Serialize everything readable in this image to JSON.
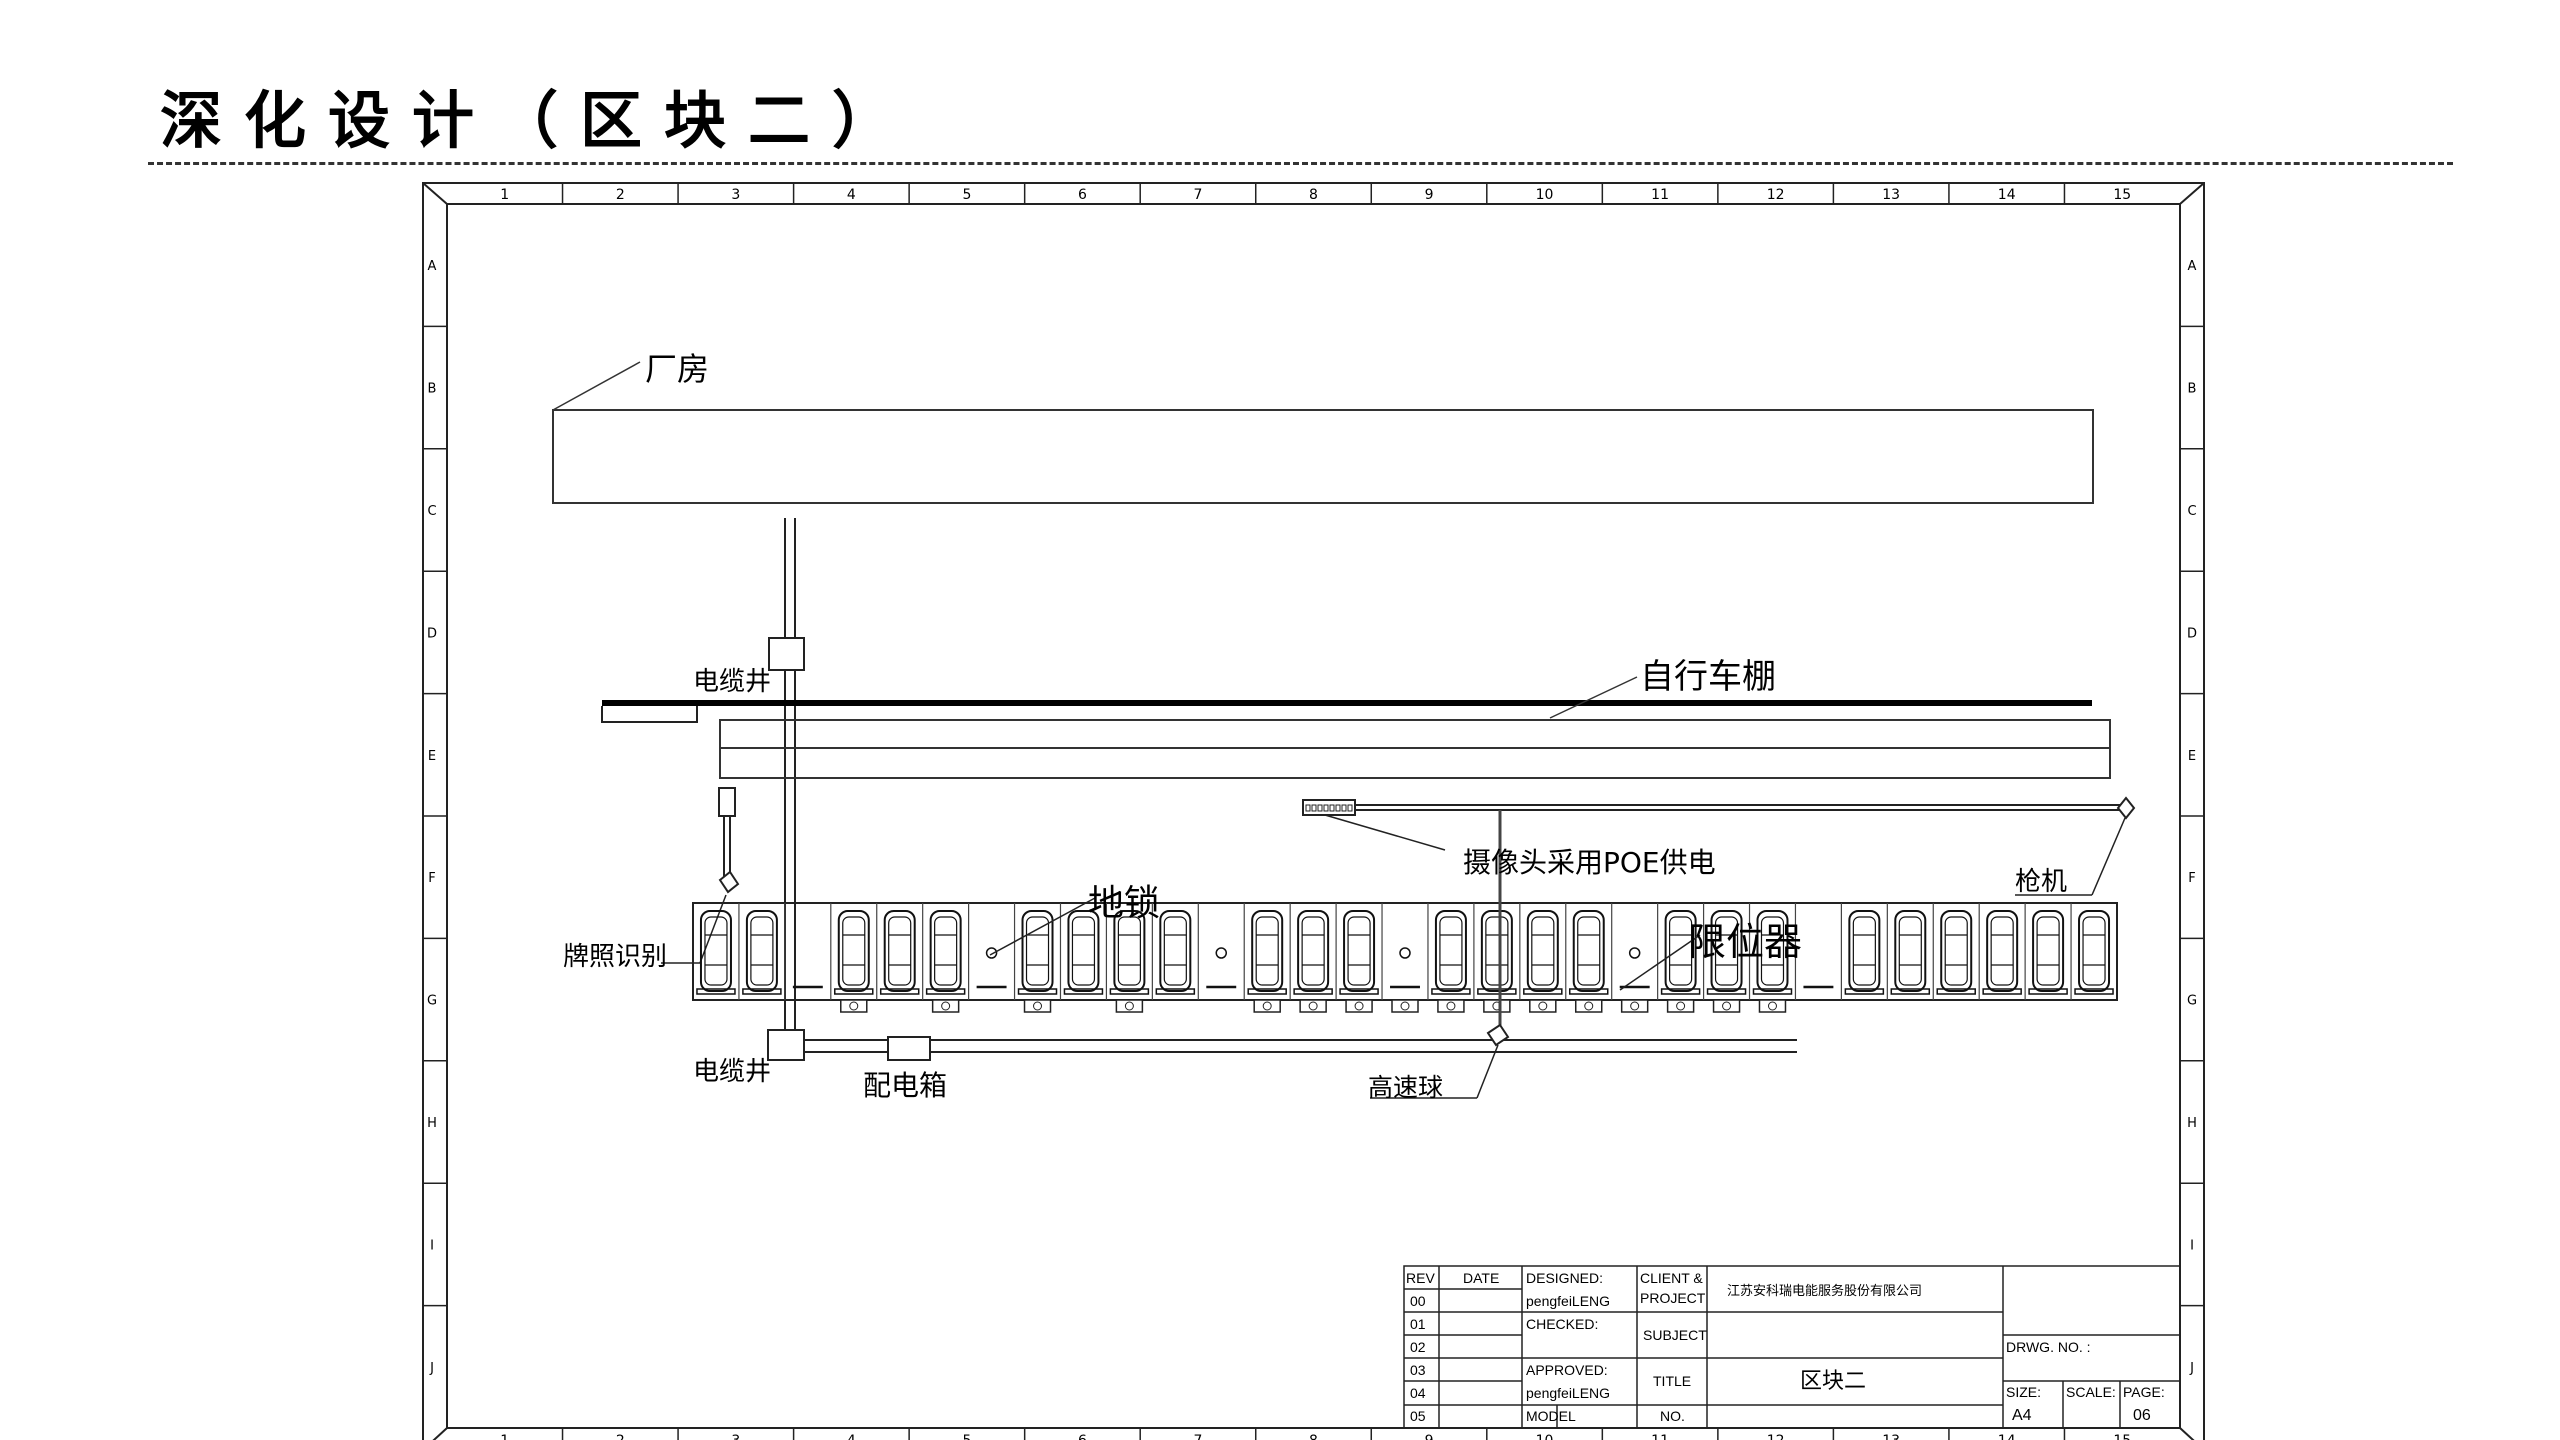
{
  "page": {
    "title": "深化设计（区块二）"
  },
  "frame": {
    "columns": [
      "1",
      "2",
      "3",
      "4",
      "5",
      "6",
      "7",
      "8",
      "9",
      "10",
      "11",
      "12",
      "13",
      "14",
      "15"
    ],
    "rows": [
      "A",
      "B",
      "C",
      "D",
      "E",
      "F",
      "G",
      "H",
      "I",
      "J"
    ]
  },
  "drawing": {
    "labels": {
      "factory": "厂房",
      "bike_shed": "自行车棚",
      "cable_well_top": "电缆井",
      "cable_well_bottom": "电缆井",
      "distribution_box": "配电箱",
      "poe_note": "摄像头采用POE供电",
      "bullet_camera": "枪机",
      "plate_recognition": "牌照识别",
      "ground_lock": "地锁",
      "limiter": "限位器",
      "speed_dome": "高速球"
    },
    "parking_row": [
      "car",
      "car",
      "empty",
      "car",
      "car",
      "car",
      "lock",
      "car",
      "car",
      "car",
      "car",
      "lock",
      "car",
      "car",
      "car",
      "lock",
      "car",
      "car",
      "car",
      "car",
      "lock",
      "car",
      "car",
      "car",
      "empty",
      "car",
      "car",
      "car",
      "car",
      "car",
      "car"
    ]
  },
  "title_block": {
    "rev_header": "REV",
    "date_header": "DATE",
    "revs": [
      "00",
      "01",
      "02",
      "03",
      "04",
      "05"
    ],
    "designed_label": "DESIGNED:",
    "designed_by": "pengfeiLENG",
    "checked_label": "CHECKED:",
    "approved_label": "APPROVED:",
    "approved_by": "pengfeiLENG",
    "model_label": "MODEL",
    "client_label_1": "CLIENT &",
    "client_label_2": "PROJECT",
    "client_value": "江苏安科瑞电能服务股份有限公司",
    "subject_label": "SUBJECT",
    "title_label": "TITLE",
    "title_value": "区块二",
    "no_label": "NO.",
    "drwg_no_label": "DRWG. NO. :",
    "size_label": "SIZE:",
    "size_value": "A4",
    "scale_label": "SCALE:",
    "page_label": "PAGE:",
    "page_value": "06"
  }
}
